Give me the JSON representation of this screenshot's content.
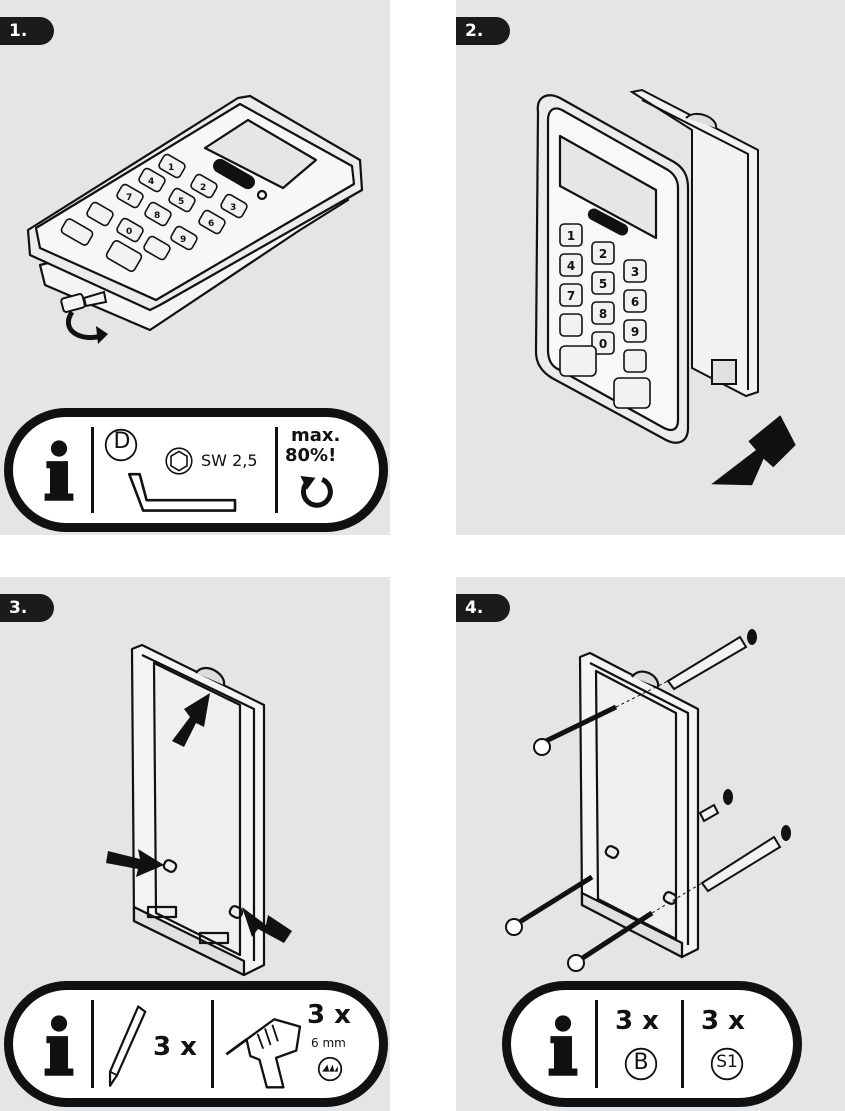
{
  "steps": [
    {
      "number": "1."
    },
    {
      "number": "2."
    },
    {
      "number": "3."
    },
    {
      "number": "4."
    }
  ],
  "step1": {
    "info": {
      "tool_letter": "D",
      "hex_size": "SW 2,5",
      "torque_line1": "max.",
      "torque_line2": "80%!"
    },
    "keypad_keys": [
      "1",
      "2",
      "3",
      "4",
      "5",
      "6",
      "7",
      "8",
      "9",
      "0"
    ]
  },
  "step2": {
    "keypad_keys": [
      "1",
      "2",
      "3",
      "4",
      "5",
      "6",
      "7",
      "8",
      "9",
      "0"
    ]
  },
  "step3": {
    "info": {
      "pencil_count": "3 x",
      "drill_count": "3 x",
      "drill_size": "6 mm"
    }
  },
  "step4": {
    "info": {
      "count_b": "3 x",
      "label_b": "B",
      "count_s": "3 x",
      "label_s": "S1"
    }
  },
  "colors": {
    "panel_bg": "#e4e5e6",
    "ink": "#111111"
  }
}
